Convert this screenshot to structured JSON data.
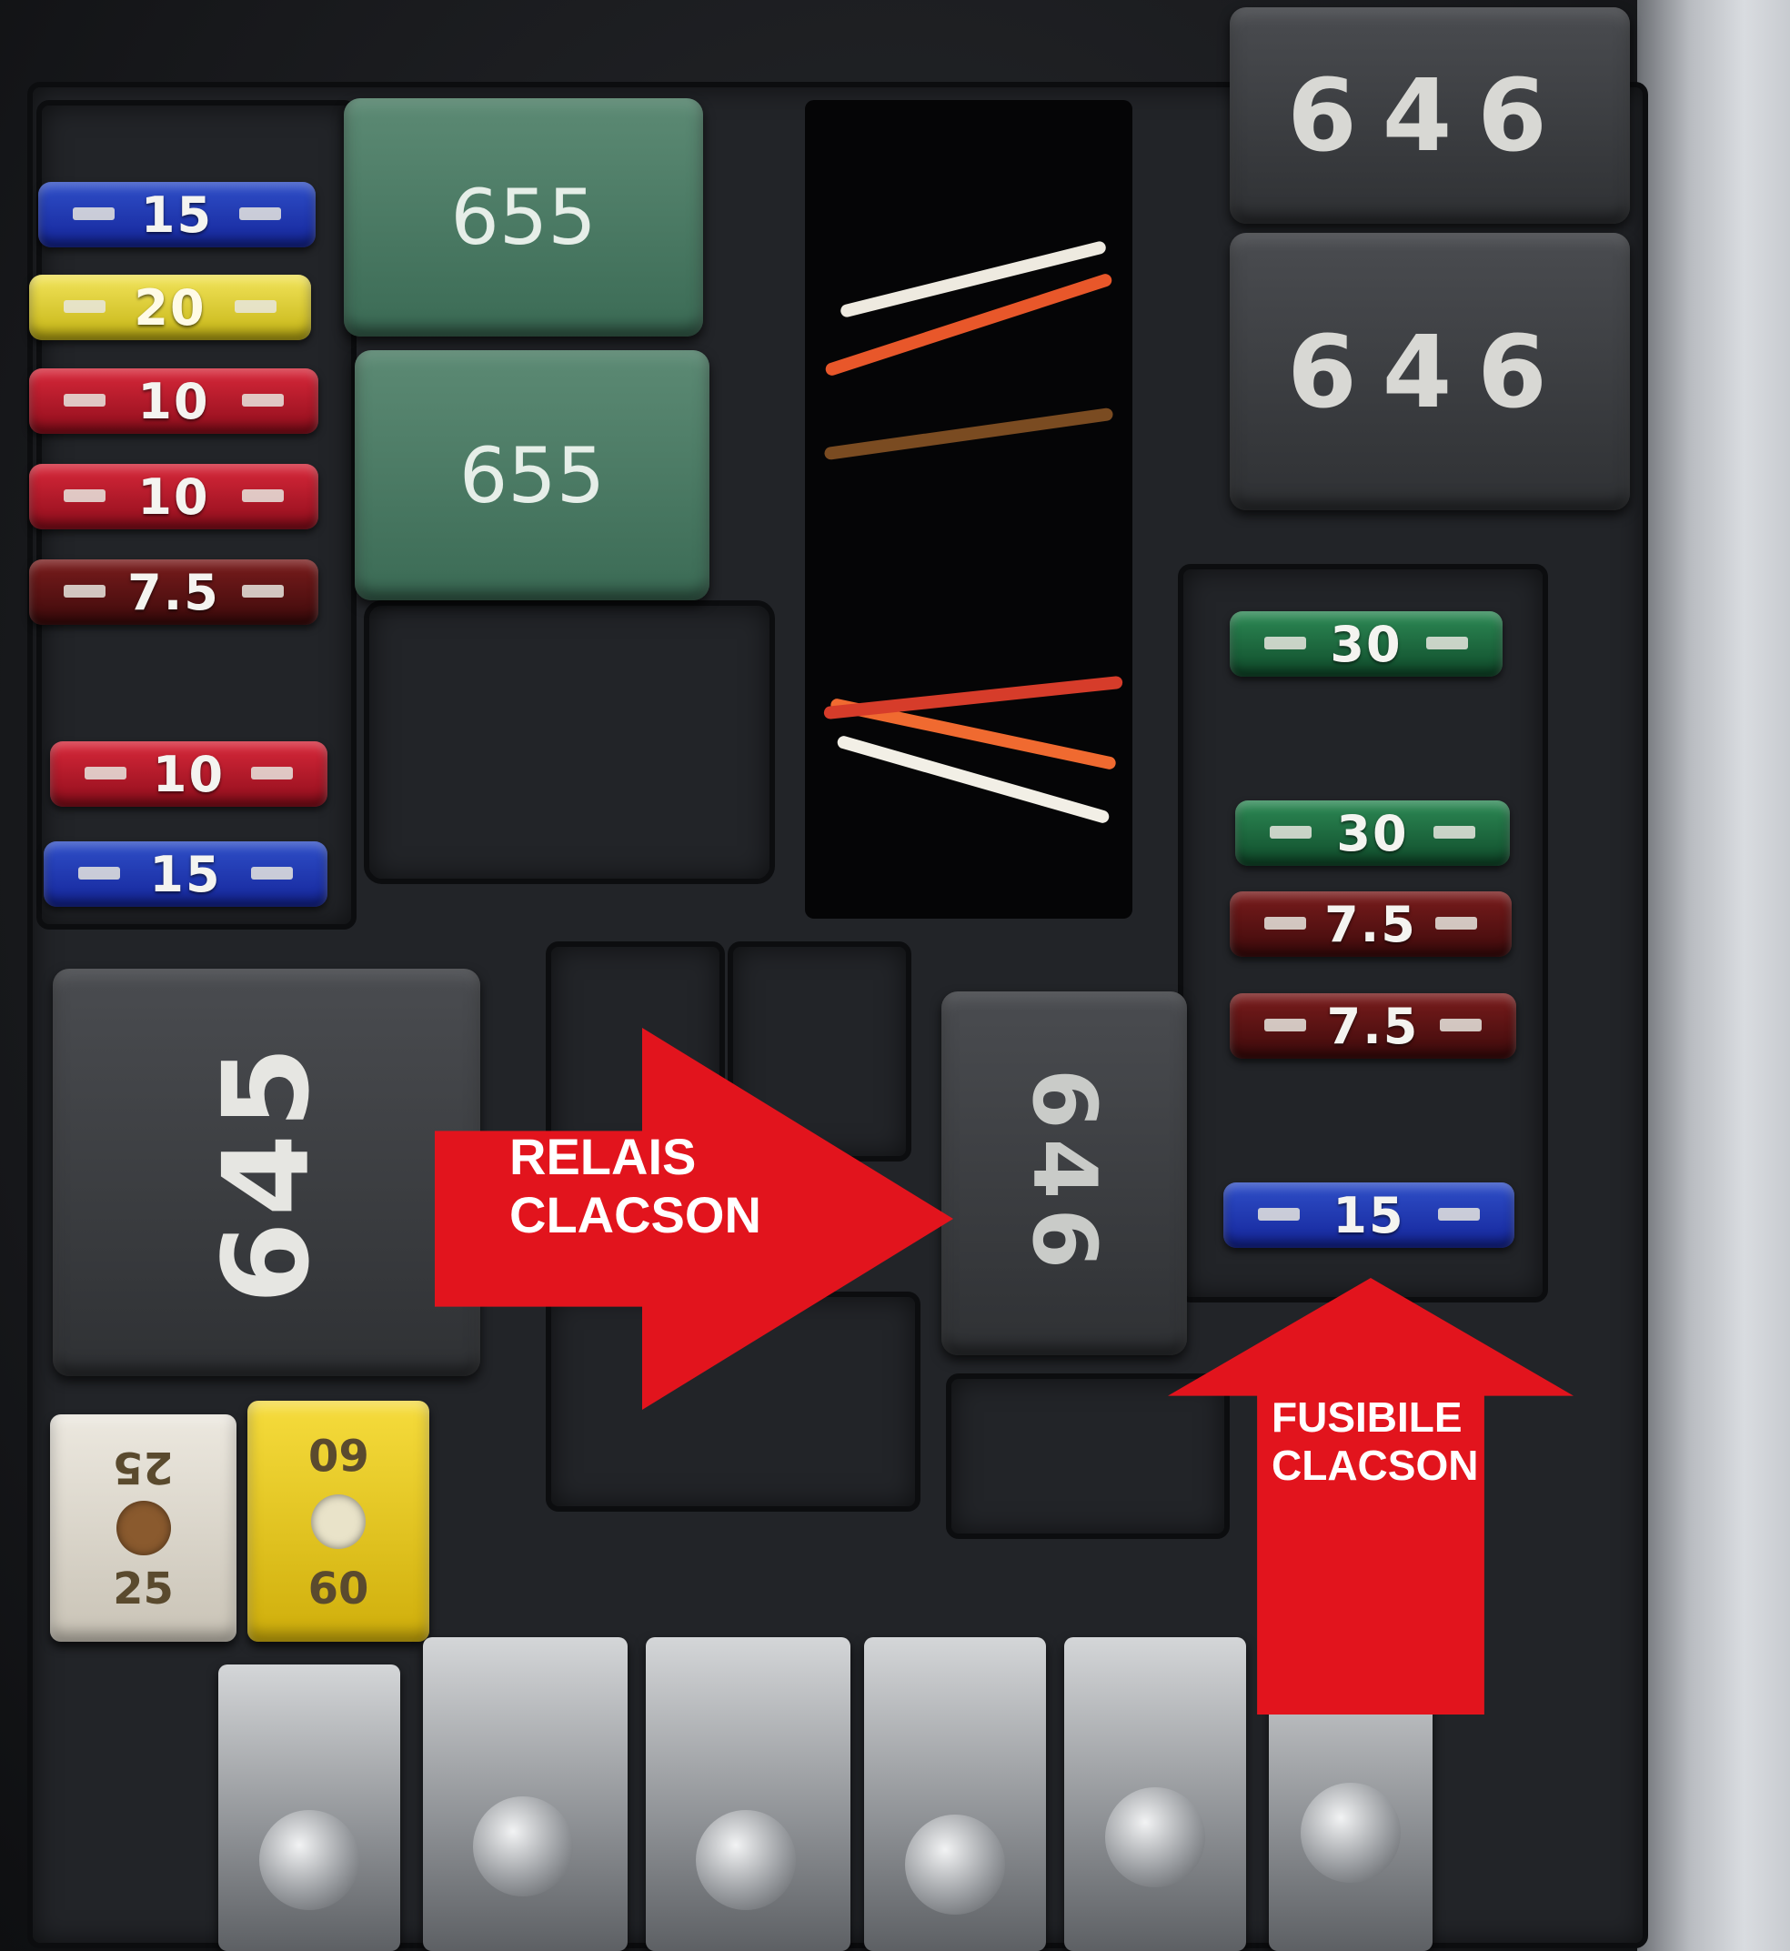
{
  "relays": {
    "top_left_green": "655",
    "bottom_left_green": "655",
    "top_right_grey": "646",
    "bottom_right_grey": "646",
    "large_left": "645",
    "horn_relay": "646"
  },
  "left_fuses": [
    "15",
    "20",
    "10",
    "10",
    "7.5",
    "10",
    "15"
  ],
  "right_fuses": [
    "30",
    "30",
    "7.5",
    "7.5",
    "15"
  ],
  "maxi_fuses": [
    {
      "top": "25",
      "bottom": "25"
    },
    {
      "top": "60",
      "bottom": "60"
    }
  ],
  "annotations": {
    "relay_label_line1": "RELAIS",
    "relay_label_line2": "CLACSON",
    "fuse_label_line1": "FUSIBILE",
    "fuse_label_line2": "CLACSON"
  },
  "colors": {
    "arrow": "#e2141d",
    "fuse_blue": "#1e35b0",
    "fuse_yellow": "#e3d233",
    "fuse_red": "#b81a2b",
    "fuse_brown": "#5a1414",
    "fuse_green": "#1d6b3e",
    "relay_green": "#4c7c65",
    "relay_grey": "#3d3f43"
  }
}
